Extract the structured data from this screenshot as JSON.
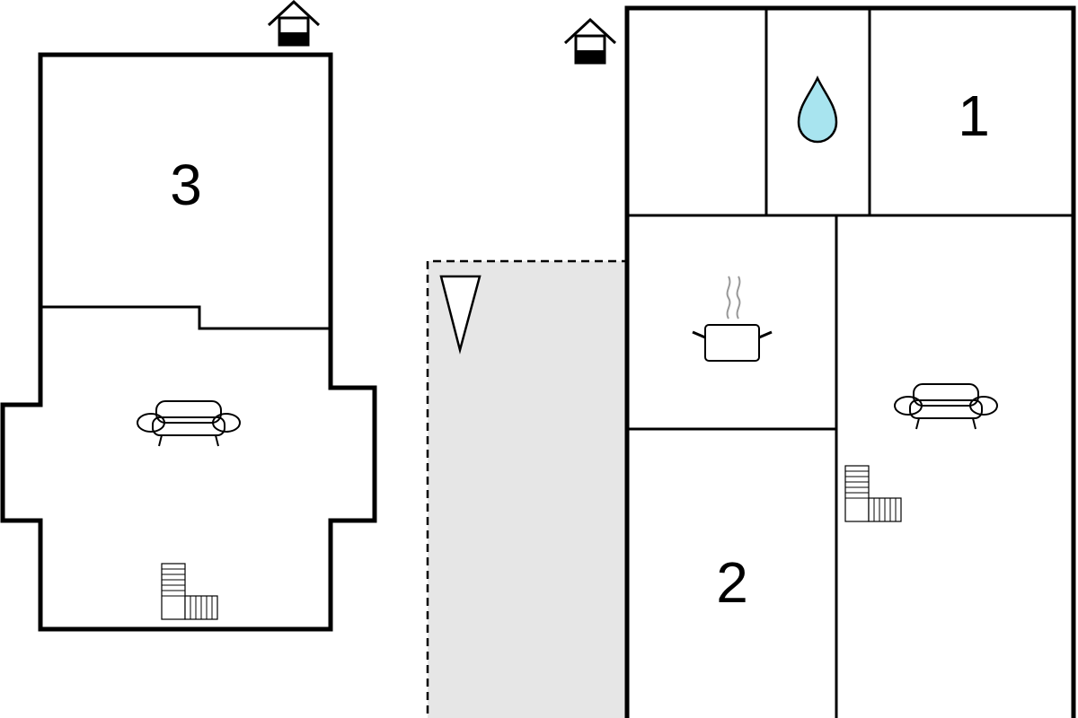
{
  "plans": {
    "left": {
      "room_label": "3"
    },
    "right": {
      "room_label_top": "1",
      "room_label_bottom": "2"
    }
  },
  "colors": {
    "wall": "#000000",
    "terrace_fill": "#e6e6e6",
    "water_drop": "#a8e4ef",
    "steam": "#999999"
  },
  "icons": {
    "entrance": "house-entrance-icon",
    "bathroom": "water-drop-icon",
    "kitchen": "cooking-pot-icon",
    "living": "sofa-icon",
    "stairs": "stairs-icon",
    "compass": "north-arrow-icon"
  }
}
